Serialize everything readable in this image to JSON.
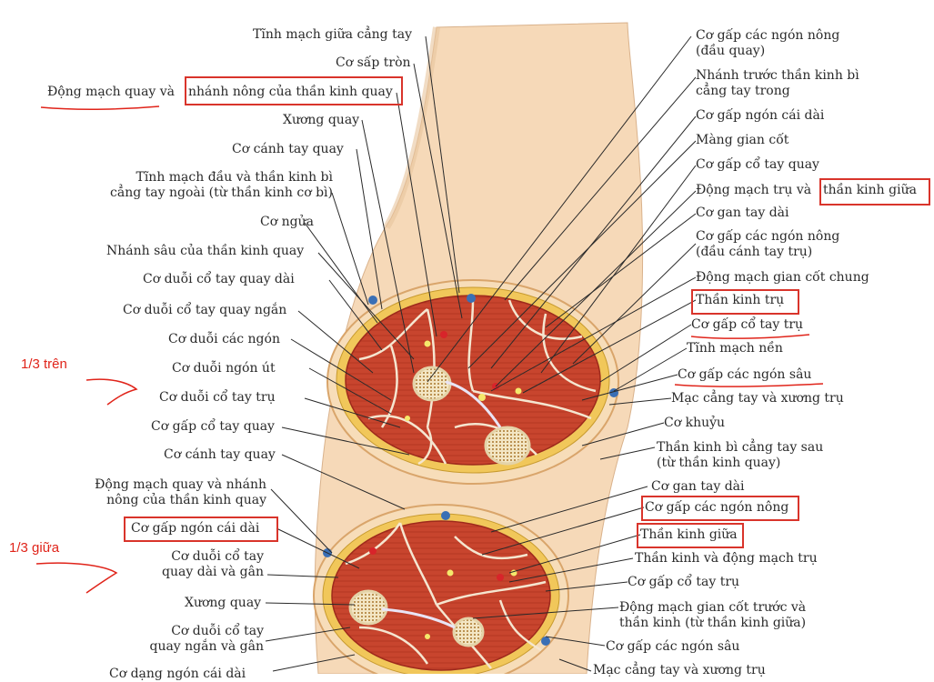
{
  "left_labels": {
    "tinh_mach_giua": "Tĩnh mạch giữa cẳng tay",
    "co_sap_tron": "Cơ sấp tròn",
    "dong_mach_quay_1": "Động mạch quay và",
    "dong_mach_quay_1b": "nhánh nông của thần kinh quay",
    "xuong_quay_1": "Xương quay",
    "co_canh_tay_quay_1": "Cơ cánh tay quay",
    "tinh_mach_dau_1": "Tĩnh mạch đầu và thần kinh bì",
    "tinh_mach_dau_2": "cẳng tay ngoài (từ thần kinh cơ bì)",
    "co_ngua": "Cơ ngửa",
    "nhanh_sau": "Nhánh sâu của thần kinh quay",
    "duoi_co_tay_quay_dai": "Cơ duỗi cổ tay quay dài",
    "duoi_co_tay_quay_ngan": "Cơ duỗi cổ tay quay ngắn",
    "duoi_cac_ngon": "Cơ duỗi các ngón",
    "duoi_ngon_ut": "Cơ duỗi ngón út",
    "duoi_co_tay_tru": "Cơ duỗi cổ tay trụ",
    "gap_co_tay_quay": "Cơ gấp cổ tay quay",
    "co_canh_tay_quay_2": "Cơ cánh tay quay",
    "dong_mach_quay_2a": "Động mạch quay và nhánh",
    "dong_mach_quay_2b": "nông của thần kinh quay",
    "gap_ngon_cai_dai": "Cơ gấp ngón cái dài",
    "duoi_co_tay_quay_dai_gan_a": "Cơ duỗi cổ tay",
    "duoi_co_tay_quay_dai_gan_b": "quay dài và gân",
    "xuong_quay_2": "Xương quay",
    "duoi_co_tay_quay_ngan_gan_a": "Cơ duỗi cổ tay",
    "duoi_co_tay_quay_ngan_gan_b": "quay ngắn và gân",
    "cut_bottom": "Cơ dạng ngón cái dài"
  },
  "right_labels": {
    "gap_ngon_nong_dau_quay_a": "Cơ gấp các ngón nông",
    "gap_ngon_nong_dau_quay_b": "(đầu quay)",
    "nhanh_truoc_a": "Nhánh trước thần kinh bì",
    "nhanh_truoc_b": "cẳng tay trong",
    "gap_ngon_cai_dai": "Cơ gấp ngón cái dài",
    "mang_gian_cot": "Màng gian cốt",
    "gap_co_tay_quay": "Cơ gấp cổ tay quay",
    "dong_mach_tru": "Động mạch trụ và",
    "than_kinh_giua_1": "thần kinh giữa",
    "gan_tay_dai_1": "Cơ gan tay dài",
    "gap_ngon_nong_canh_tay_tru_a": "Cơ gấp các ngón nông",
    "gap_ngon_nong_canh_tay_tru_b": "(đầu cánh tay trụ)",
    "dong_mach_gian_cot_chung": "Động mạch gian cốt chung",
    "than_kinh_tru": "Thần kinh trụ",
    "gap_co_tay_tru_1": "Cơ gấp cổ tay trụ",
    "tinh_mach_nen": "Tĩnh mạch nền",
    "gap_cac_ngon_sau_1": "Cơ gấp các ngón sâu",
    "mac_cang_tay_1": "Mạc cẳng tay và xương trụ",
    "co_khuyu": "Cơ khuỷu",
    "than_kinh_bi_sau_a": "Thần kinh bì cẳng tay sau",
    "than_kinh_bi_sau_b": "(từ thần kinh quay)",
    "gan_tay_dai_2": "Cơ gan tay dài",
    "gap_ngon_nong_2": "Cơ gấp các ngón nông",
    "than_kinh_giua_2": "Thần kinh giữa",
    "than_kinh_dong_mach_tru": "Thần kinh và động mạch trụ",
    "gap_co_tay_tru_2": "Cơ gấp cổ tay trụ",
    "dong_mach_gian_cot_truoc_a": "Động mạch gian cốt trước và",
    "dong_mach_gian_cot_truoc_b": "thần kinh (từ thần kinh giữa)",
    "gap_cac_ngon_sau_2": "Cơ gấp các ngón sâu",
    "mac_cang_tay_2": "Mạc cẳng tay và xương trụ"
  },
  "annotations": {
    "upper_third": "1/3 trên",
    "middle_third": "1/3 giữa"
  },
  "colors": {
    "muscle": "#c8452e",
    "muscle_dark": "#9e2a1c",
    "fat": "#f1c75a",
    "skin": "#f6d9b8",
    "bone": "#f3e6c4",
    "annotation": "#e0241a",
    "leader": "#2a2a2a"
  }
}
